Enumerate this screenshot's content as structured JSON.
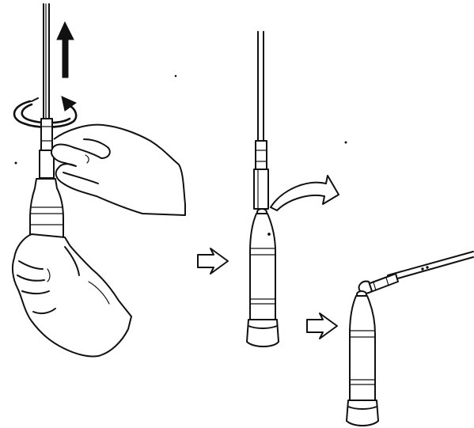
{
  "figure": {
    "steps": [
      {
        "id": "step-1",
        "description_visible_text": ""
      },
      {
        "id": "step-2",
        "description_visible_text": ""
      },
      {
        "id": "step-3",
        "description_visible_text": ""
      }
    ],
    "icons": {
      "pull_up": "up-arrow-icon",
      "twist": "rotate-arrow-icon",
      "fold": "curved-arrow-icon",
      "next_step": "hollow-arrow-icon"
    },
    "colors": {
      "ink": "#111111",
      "paper": "#ffffff"
    }
  }
}
